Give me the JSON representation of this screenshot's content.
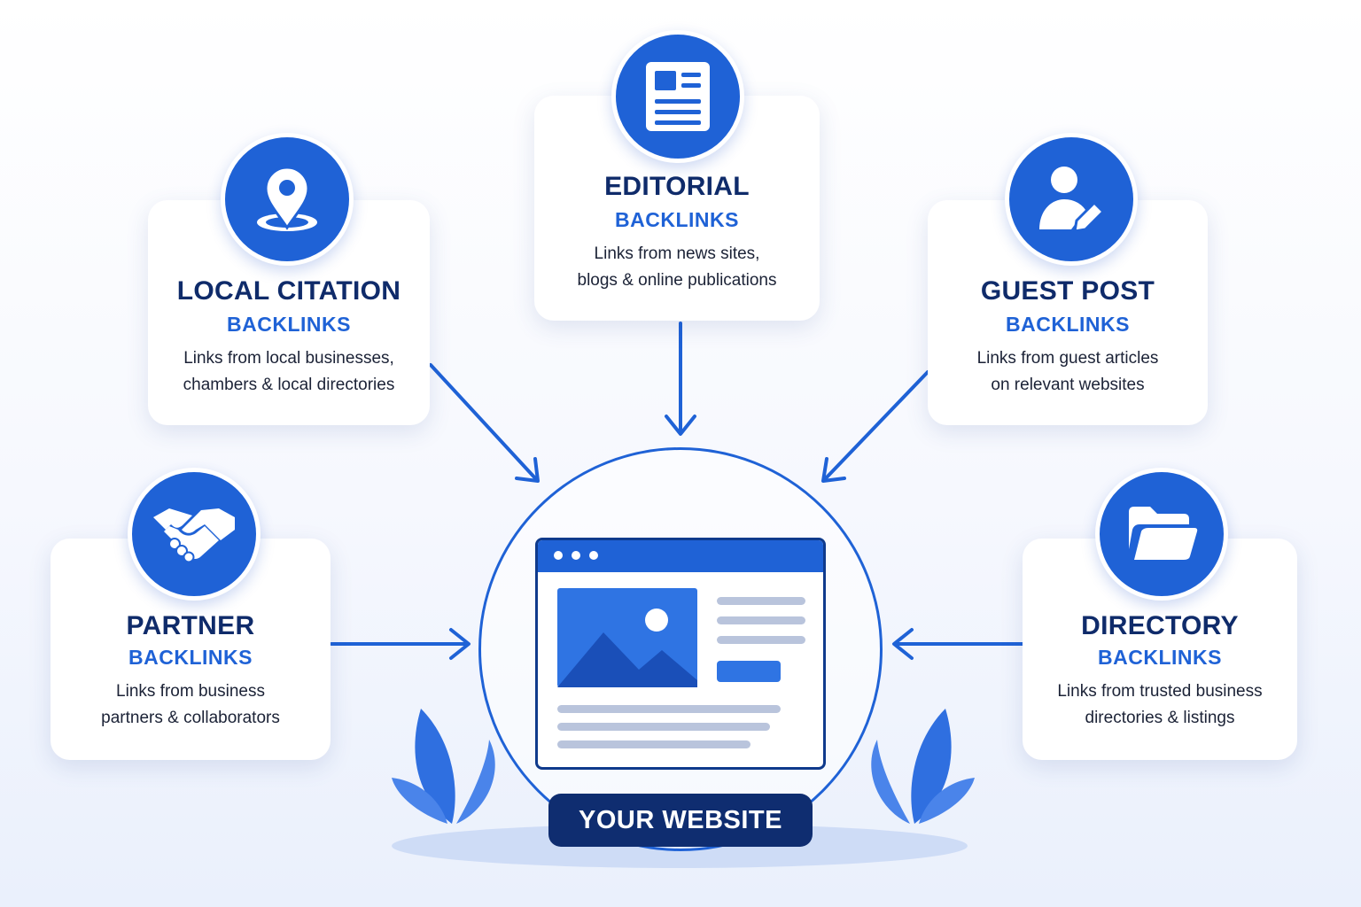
{
  "colors": {
    "accent": "#1f62d6",
    "title_navy": "#0f2b6a",
    "label_bg": "#0f2d70",
    "leaf": "#2f6fe0"
  },
  "center": {
    "label": "YOUR WEBSITE",
    "icon": "browser-window-icon"
  },
  "cards": {
    "editorial": {
      "title": "EDITORIAL",
      "subtitle": "BACKLINKS",
      "desc_lines": [
        "Links from news sites,",
        "blogs & online publications"
      ],
      "icon": "newspaper-icon"
    },
    "local_citation": {
      "title": "LOCAL CITATION",
      "subtitle": "BACKLINKS",
      "desc_lines": [
        "Links from local businesses,",
        "chambers & local directories"
      ],
      "icon": "map-pin-icon"
    },
    "guest_post": {
      "title": "GUEST POST",
      "subtitle": "BACKLINKS",
      "desc_lines": [
        "Links from guest articles",
        "on relevant websites"
      ],
      "icon": "user-edit-icon"
    },
    "partner": {
      "title": "PARTNER",
      "subtitle": "BACKLINKS",
      "desc_lines": [
        "Links from business",
        "partners & collaborators"
      ],
      "icon": "handshake-icon"
    },
    "directory": {
      "title": "DIRECTORY",
      "subtitle": "BACKLINKS",
      "desc_lines": [
        "Links from trusted business",
        "directories & listings"
      ],
      "icon": "folder-icon"
    }
  }
}
